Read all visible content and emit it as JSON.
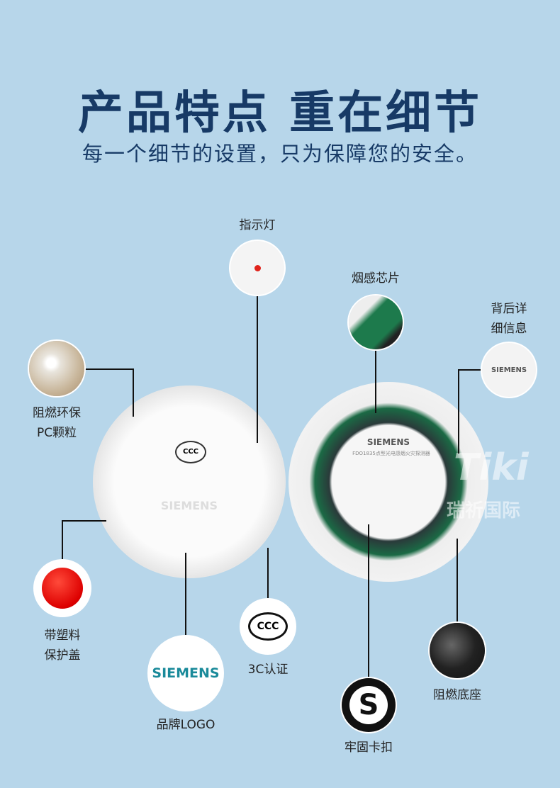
{
  "header": {
    "title": "产品特点 重在细节",
    "subtitle": "每一个细节的设置，只为保障您的安全。"
  },
  "callouts": {
    "indicator": "指示灯",
    "chip": "烟感芯片",
    "back_info_1": "背后详",
    "back_info_2": "细信息",
    "pellets_1": "阻燃环保",
    "pellets_2": "PC颗粒",
    "cap_1": "带塑料",
    "cap_2": "保护盖",
    "logo": "品牌LOGO",
    "ccc": "3C认证",
    "clip": "牢固卡扣",
    "base": "阻燃底座"
  },
  "product": {
    "brand": "SIEMENS",
    "model": "FDO1835点型光电感烟火灾探测器",
    "ccc_mark": "CCC"
  },
  "watermark": {
    "line1": "Tiki",
    "line2": "瑞祈国际"
  },
  "colors": {
    "background": "#b7d6ea",
    "title": "#173a66"
  }
}
